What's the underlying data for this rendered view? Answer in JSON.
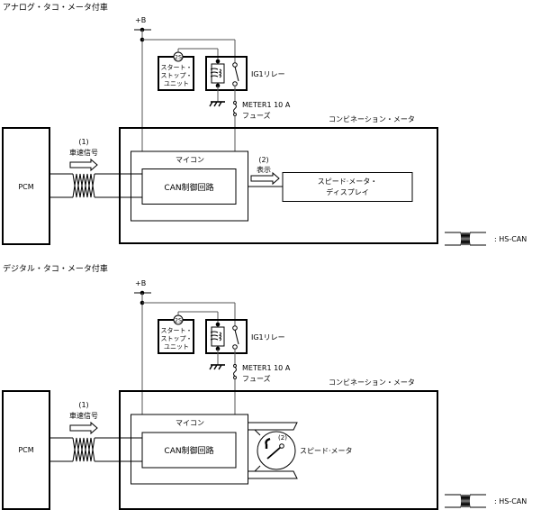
{
  "diagrams": [
    {
      "title": "アナログ・タコ・メータ付車",
      "power_label": "+B",
      "start_stop_unit": {
        "connector": "2S",
        "lines": [
          "スタート・",
          "ストップ・",
          "ユニット"
        ]
      },
      "relay_label": "IG1リレー",
      "fuse": {
        "line1": "METER1 10 A",
        "line2": "フューズ"
      },
      "meter_label": "コンビネーション・メータ",
      "pcm_label": "PCM",
      "signal1": {
        "num": "(1)",
        "label": "車速信号"
      },
      "micon_label": "マイコン",
      "can_label": "CAN制御回路",
      "signal2": {
        "num": "(2)",
        "label": "表示"
      },
      "display": {
        "lines": [
          "スピード·メータ・",
          "ディスプレイ"
        ]
      },
      "legend": ": HS-CAN"
    },
    {
      "title": "デジタル・タコ・メータ付車",
      "power_label": "+B",
      "start_stop_unit": {
        "connector": "2S",
        "lines": [
          "スタート・",
          "ストップ・",
          "ユニット"
        ]
      },
      "relay_label": "IG1リレー",
      "fuse": {
        "line1": "METER1 10 A",
        "line2": "フューズ"
      },
      "meter_label": "コンビネーション・メータ",
      "pcm_label": "PCM",
      "signal1": {
        "num": "(1)",
        "label": "車速信号"
      },
      "micon_label": "マイコン",
      "can_label": "CAN制御回路",
      "signal2": {
        "num": "(2)",
        "label": ""
      },
      "display": {
        "lines": [
          "スピード·メータ"
        ]
      },
      "legend": ": HS-CAN"
    }
  ]
}
